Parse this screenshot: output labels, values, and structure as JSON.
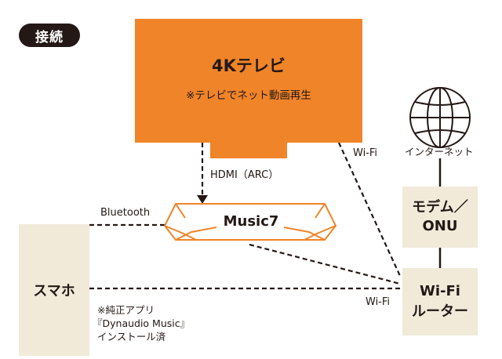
{
  "badge": "接続",
  "tv": {
    "title": "4Kテレビ",
    "note": "※テレビでネット動画再生"
  },
  "speaker": {
    "name": "Music7"
  },
  "phone": {
    "label": "スマホ",
    "note_lines": [
      "※純正アプリ",
      "『Dynaudio Music』",
      "インストール済"
    ]
  },
  "internet": {
    "label": "インターネット"
  },
  "modem": {
    "line1": "モデム／",
    "line2": "ONU"
  },
  "router": {
    "line1": "Wi-Fi",
    "line2": "ルーター"
  },
  "connections": {
    "hdmi": "HDMI（ARC）",
    "bluetooth": "Bluetooth",
    "wifi_tv": "Wi-Fi",
    "wifi_phone": "Wi-Fi"
  },
  "colors": {
    "tv": "#f08429",
    "box": "#f1ead9",
    "speaker_outline": "#f08429",
    "ink": "#231815"
  }
}
